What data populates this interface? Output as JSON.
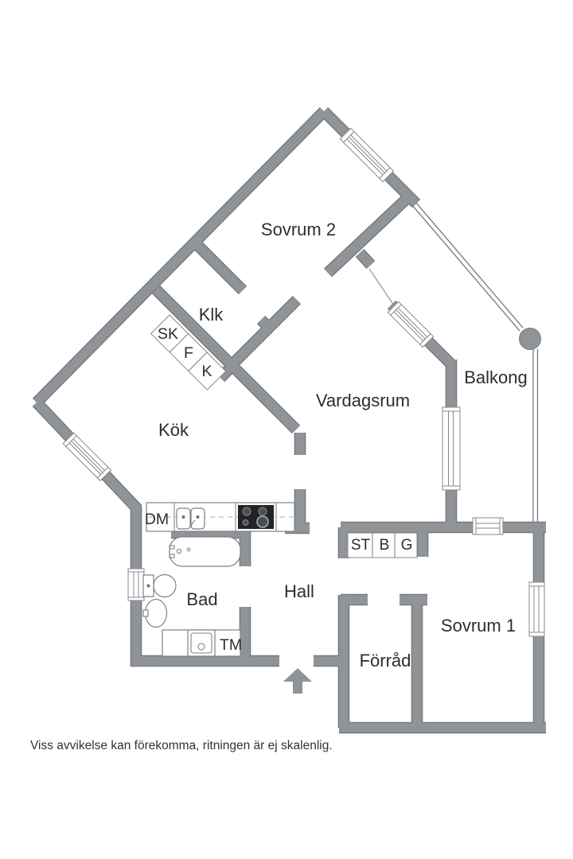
{
  "meta": {
    "disclaimer": "Viss avvikelse kan förekomma, ritningen är ej skalenlig."
  },
  "rooms": {
    "sovrum2": "Sovrum 2",
    "klk": "Klk",
    "kok": "Kök",
    "vardagsrum": "Vardagsrum",
    "balkong": "Balkong",
    "bad": "Bad",
    "hall": "Hall",
    "forrad": "Förråd",
    "sovrum1": "Sovrum 1"
  },
  "cabinets": {
    "sk": "SK",
    "f": "F",
    "k": "K",
    "st": "ST",
    "b": "B",
    "g": "G"
  },
  "appliances": {
    "dm": "DM",
    "tm": "TM"
  },
  "colors": {
    "wall": "#909498",
    "wall_outline": "#75797d",
    "thin_line": "#84888c",
    "text": "#2d2d2f",
    "fixture_dark": "#212325",
    "background": "#ffffff"
  }
}
